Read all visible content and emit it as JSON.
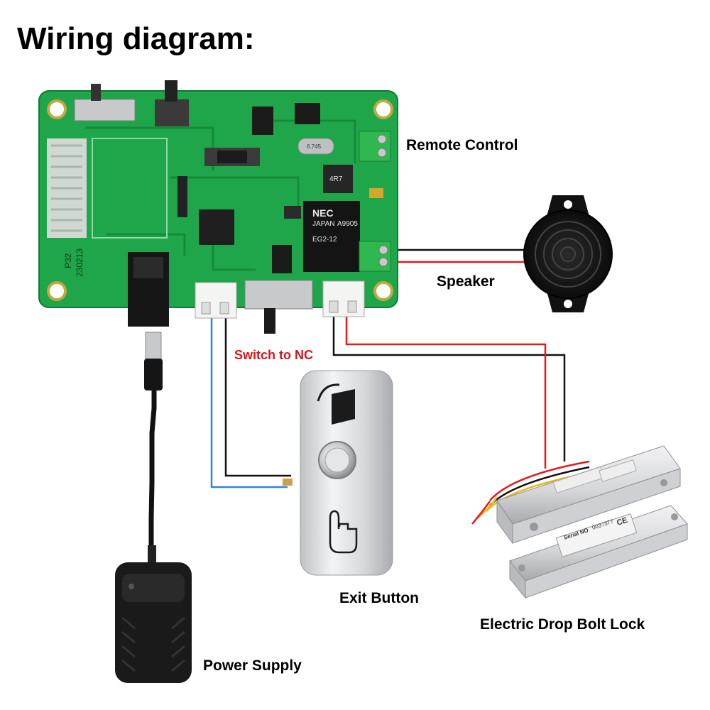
{
  "title": "Wiring diagram:",
  "labels": {
    "remote_control": "Remote Control",
    "speaker": "Speaker",
    "switch_to_nc": "Switch to NC",
    "exit_button": "Exit Button",
    "electric_drop_bolt_lock": "Electric Drop Bolt Lock",
    "power_supply": "Power Supply"
  },
  "board": {
    "model": "P32",
    "date_code": "230213",
    "relay_brand": "NEC",
    "relay_country": "JAPAN",
    "relay_model": "EG2-12",
    "relay_code": "A9905",
    "inductor_marking": "4R7",
    "crystal_marking": "6.745"
  },
  "lock": {
    "serial_label": "Serial NO",
    "serial_number": "0037377",
    "ce_mark": "CE"
  },
  "colors": {
    "pcb": "#1fa64a",
    "pcb_dark": "#17893b",
    "wire_red": "#e5191d",
    "wire_black": "#111111",
    "wire_blue": "#2f86e0",
    "highlight_red": "#d8141b",
    "terminal_green": "#2fb84f",
    "metal": "#d9dadc"
  }
}
